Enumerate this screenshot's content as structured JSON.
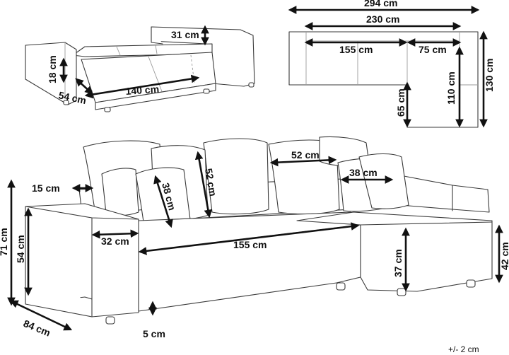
{
  "diagram": {
    "sofa_bed_view": {
      "armrest_height": "31 cm",
      "bed_height": "18 cm",
      "bed_width": "140 cm",
      "bed_depth": "54 cm"
    },
    "top_view": {
      "total_width": "294 cm",
      "inner_width": "230 cm",
      "seat_width": "155 cm",
      "chaise_width": "75 cm",
      "chaise_length": "110 cm",
      "total_depth": "130 cm",
      "back_depth": "65 cm"
    },
    "main_view": {
      "cushion_large": "52 cm",
      "cushion_small": "38 cm",
      "cushion_large_height": "52 cm",
      "cushion_small_height": "38 cm",
      "back_depth": "15 cm",
      "total_height": "71 cm",
      "armrest_height": "54 cm",
      "armrest_width": "32 cm",
      "seat_width": "155 cm",
      "seat_height": "37 cm",
      "chaise_height": "42 cm",
      "depth": "84 cm",
      "leg_height": "5 cm"
    },
    "tolerance": "+/- 2 cm"
  }
}
